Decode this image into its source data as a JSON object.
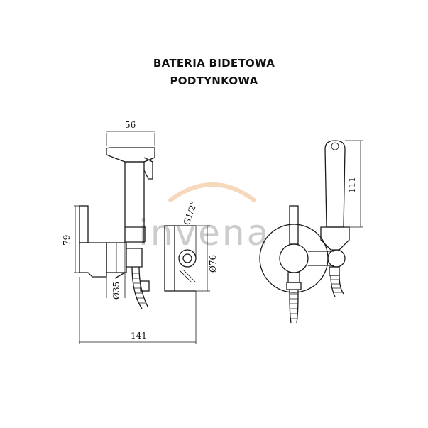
{
  "title": {
    "line1": "BATERIA BIDETOWA",
    "line2": "PODTYNKOWA"
  },
  "dimensions": {
    "d56": "56",
    "d79": "79",
    "d35": "Ø35",
    "d141": "141",
    "thread": "G1/2\"",
    "d76": "Ø76",
    "d111": "111"
  },
  "watermark": {
    "text": "invena",
    "arc_color": "#f2c9a0"
  }
}
